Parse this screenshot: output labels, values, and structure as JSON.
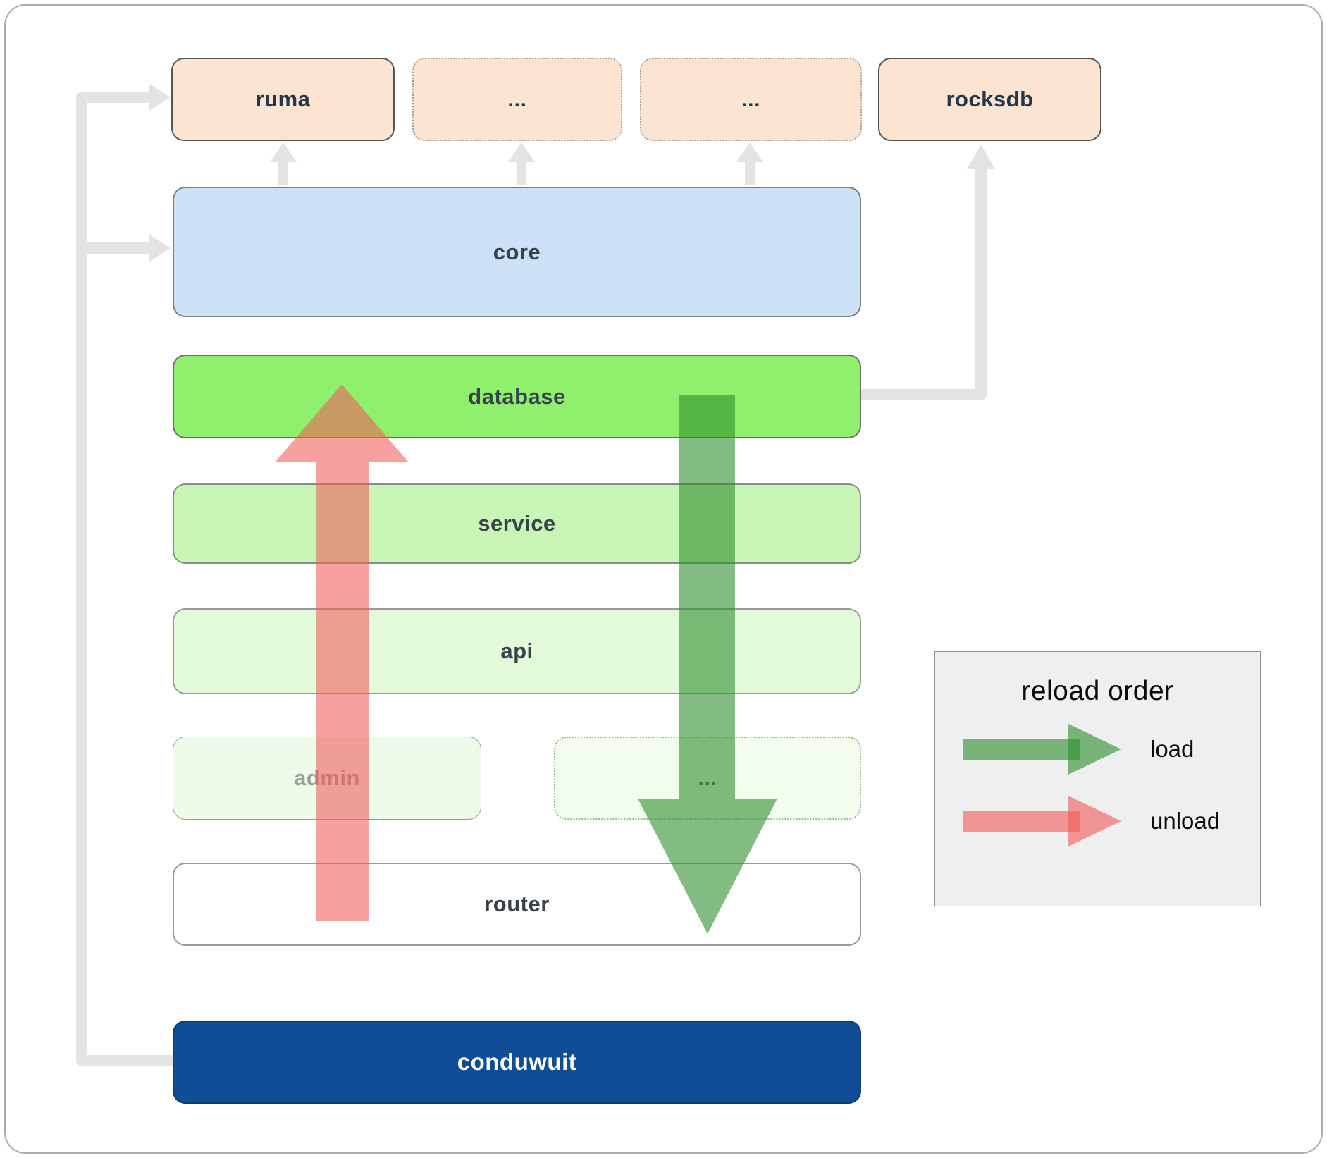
{
  "boxes": {
    "ruma": {
      "label": "ruma"
    },
    "ext1": {
      "label": "..."
    },
    "ext2": {
      "label": "..."
    },
    "rocksdb": {
      "label": "rocksdb"
    },
    "core": {
      "label": "core"
    },
    "database": {
      "label": "database"
    },
    "service": {
      "label": "service"
    },
    "api": {
      "label": "api"
    },
    "admin": {
      "label": "admin"
    },
    "more": {
      "label": "..."
    },
    "router": {
      "label": "router"
    },
    "conduwuit": {
      "label": "conduwuit"
    }
  },
  "legend": {
    "title": "reload order",
    "load_label": "load",
    "unload_label": "unload"
  },
  "colors": {
    "external_box": "#fce4d2",
    "core_box": "#cde1f6",
    "database_box": "#8ef06c",
    "service_box": "#c8f5b6",
    "api_box": "#e2fada",
    "admin_box": "#edfbe8",
    "router_box": "#ffffff",
    "conduwuit_box": "#0f4e96",
    "load_arrow": "#2f8f2f",
    "unload_arrow": "#f25c5c",
    "connector": "#e3e3e3"
  }
}
